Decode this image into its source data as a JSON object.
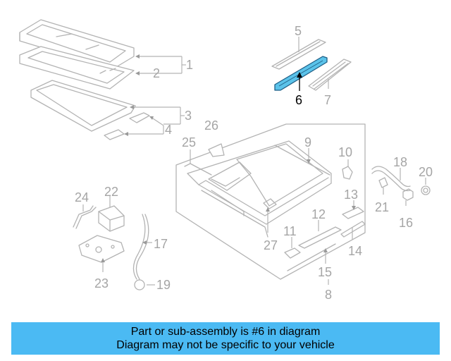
{
  "diagram": {
    "callouts": [
      "1",
      "2",
      "3",
      "4",
      "5",
      "6",
      "7",
      "8",
      "9",
      "10",
      "11",
      "12",
      "13",
      "14",
      "15",
      "16",
      "17",
      "18",
      "19",
      "20",
      "21",
      "22",
      "23",
      "24",
      "25",
      "26",
      "27"
    ],
    "highlight_callout": "6",
    "highlight_color": "#5bc3ea",
    "banner_color": "#4bbaf3"
  },
  "banner": {
    "line1": "Part or sub-assembly is #6 in diagram",
    "line2": "Diagram may not be specific to your vehicle"
  }
}
